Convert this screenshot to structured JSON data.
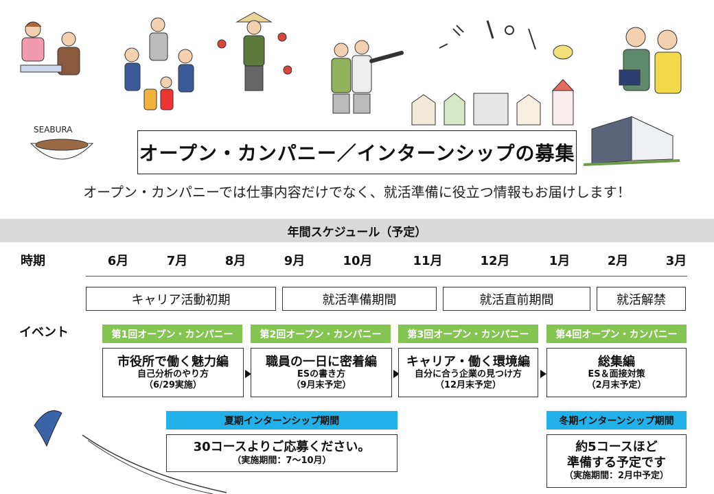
{
  "title": "オープン・カンパニー／インターンシップの募集",
  "subtitle": "オープン・カンパニーでは仕事内容だけでなく、就活準備に役立つ情報もお届けします！",
  "illustration_text": "SEABURA",
  "schedule": {
    "header": "年間スケジュール（予定）",
    "period_label": "時期",
    "event_label": "イベント",
    "months": [
      "6月",
      "7月",
      "8月",
      "9月",
      "10月",
      "11月",
      "12月",
      "1月",
      "2月",
      "3月"
    ],
    "phases": [
      "キャリア活動初期",
      "就活準備期間",
      "就活直前期間",
      "就活解禁"
    ]
  },
  "events": [
    {
      "tag": "第1回オープン・カンパニー",
      "title": "市役所で働く魅力編",
      "detail": "自己分析のやり方",
      "date": "（6/29実施）"
    },
    {
      "tag": "第2回オープン・カンパニー",
      "title": "職員の一日に密着編",
      "detail": "ESの書き方",
      "date": "（9月末予定）"
    },
    {
      "tag": "第3回オープン・カンパニー",
      "title": "キャリア・働く環境編",
      "detail": "自分に合う企業の見つけ方",
      "date": "（12月末予定）"
    },
    {
      "tag": "第4回オープン・カンパニー",
      "title": "総集編",
      "detail": "ES＆面接対策",
      "date": "（2月末予定）"
    }
  ],
  "internships": [
    {
      "tag": "夏期インターンシップ期間",
      "line1": "30コースよりご応募ください。",
      "line2": "",
      "note": "（実施期間：7～10月）"
    },
    {
      "tag": "冬期インターンシップ期間",
      "line1": "約5コースほど",
      "line2": "準備する予定です",
      "note": "（実施期間：2月中予定）"
    }
  ],
  "colors": {
    "green_tag": "#84c552",
    "blue_tag": "#21b1e8",
    "header_bar": "#d9d9d9",
    "bird": "#3a63a8"
  }
}
